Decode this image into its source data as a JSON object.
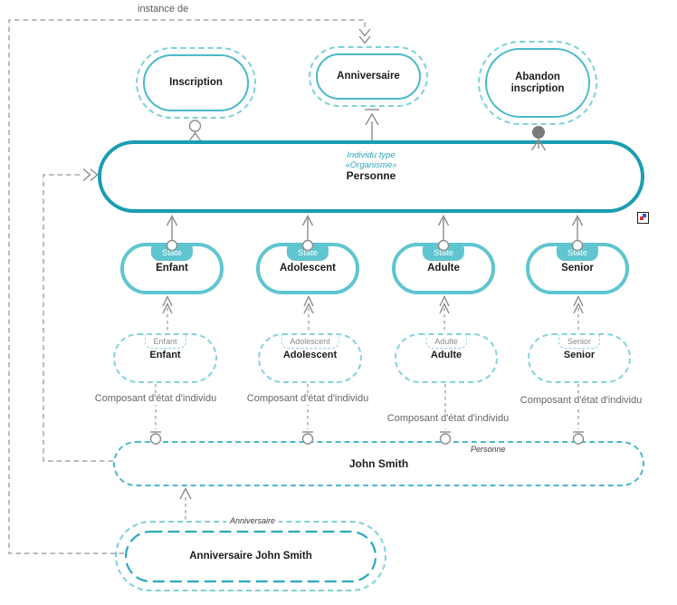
{
  "labels": {
    "instance_de": "instance de"
  },
  "events": [
    {
      "label": "Inscription"
    },
    {
      "label": "Anniversaire"
    },
    {
      "label": "Abandon inscription"
    }
  ],
  "personne": {
    "type_line": "Individu type",
    "stereotype": "«Organisme»",
    "name": "Personne"
  },
  "states": [
    {
      "tab": "State",
      "name": "Enfant"
    },
    {
      "tab": "State",
      "name": "Adolescent"
    },
    {
      "tab": "State",
      "name": "Adulte"
    },
    {
      "tab": "State",
      "name": "Senior"
    }
  ],
  "components": [
    {
      "tab": "Enfant",
      "name": "Enfant",
      "caption": "Composant d'état d'individu"
    },
    {
      "tab": "Adolescent",
      "name": "Adolescent",
      "caption": "Composant d'état d'individu"
    },
    {
      "tab": "Adulte",
      "name": "Adulte",
      "caption": "Composant d'état d'individu"
    },
    {
      "tab": "Senior",
      "name": "Senior",
      "caption": "Composant d'état d'individu"
    }
  ],
  "instances": {
    "john_smith": {
      "type": "Personne",
      "name": "John Smith"
    },
    "anniversaire_john_smith": {
      "type": "Anniversaire",
      "name": "Anniversaire John Smith"
    }
  },
  "colors": {
    "primary": "#1a9db2",
    "state": "#5fc5d0",
    "dashedteal": "#85d3db",
    "instdash": "#4bb9c9",
    "innerdash": "#2aa9bd",
    "eventinner": "#49b9c8",
    "eventouter": "#7fd0da",
    "connector": "#8c8c8c",
    "edgedash": "#a6a6a6",
    "textdark": "#1c1c1c",
    "textgray": "#666666",
    "tealtext": "#2aa6b8"
  }
}
